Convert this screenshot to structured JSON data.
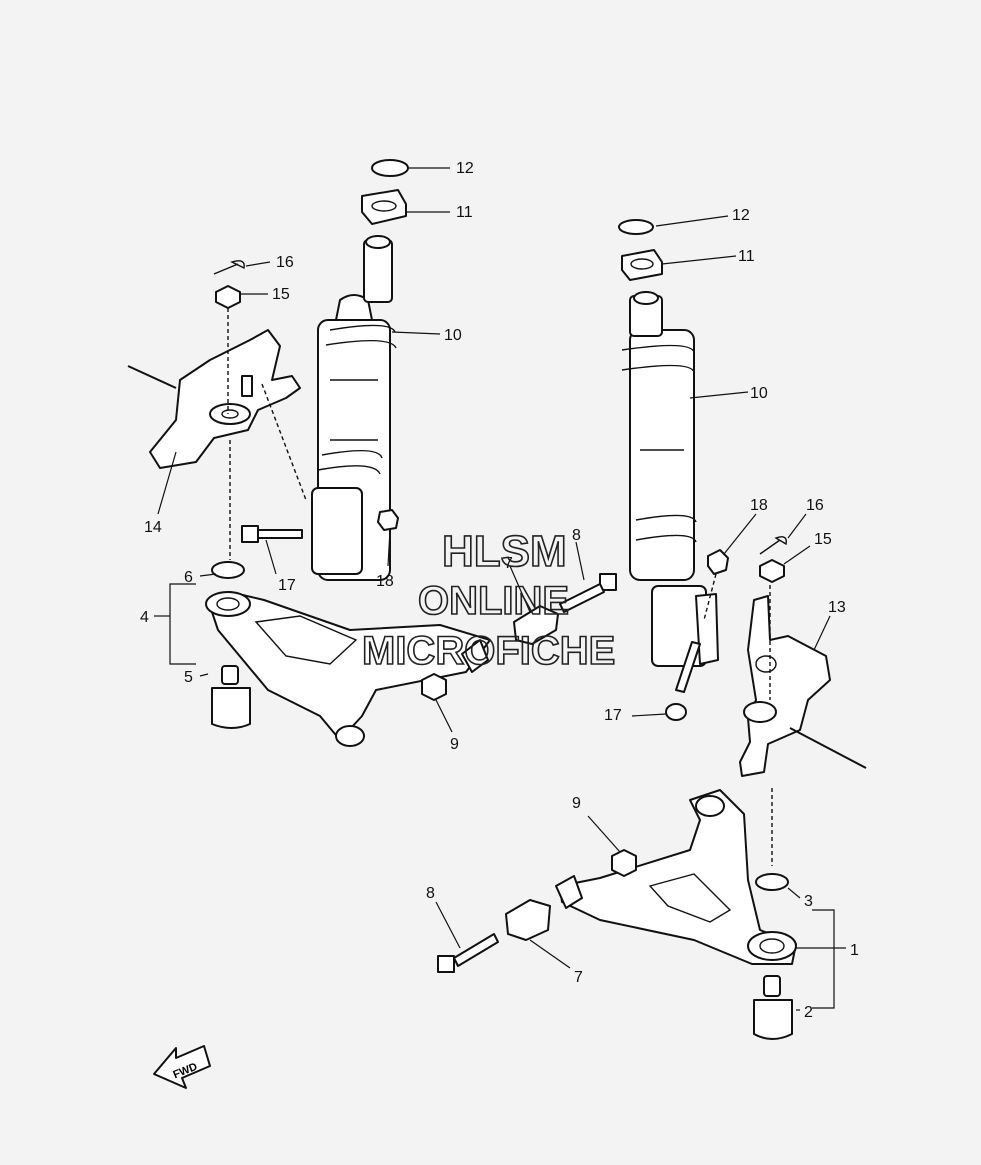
{
  "watermark": {
    "line1": "HLSM",
    "line2": "ONLINE",
    "line3": "MICROFICHE"
  },
  "fwd_label": "FWD",
  "callouts": {
    "c1": "1",
    "c2": "2",
    "c3": "3",
    "c4": "4",
    "c5": "5",
    "c6": "6",
    "c7a": "7",
    "c7b": "7",
    "c8a": "8",
    "c8b": "8",
    "c9a": "9",
    "c9b": "9",
    "c10a": "10",
    "c10b": "10",
    "c11a": "11",
    "c11b": "11",
    "c12a": "12",
    "c12b": "12",
    "c13": "13",
    "c14": "14",
    "c15a": "15",
    "c15b": "15",
    "c16a": "16",
    "c16b": "16",
    "c17a": "17",
    "c17b": "17",
    "c18a": "18",
    "c18b": "18"
  }
}
